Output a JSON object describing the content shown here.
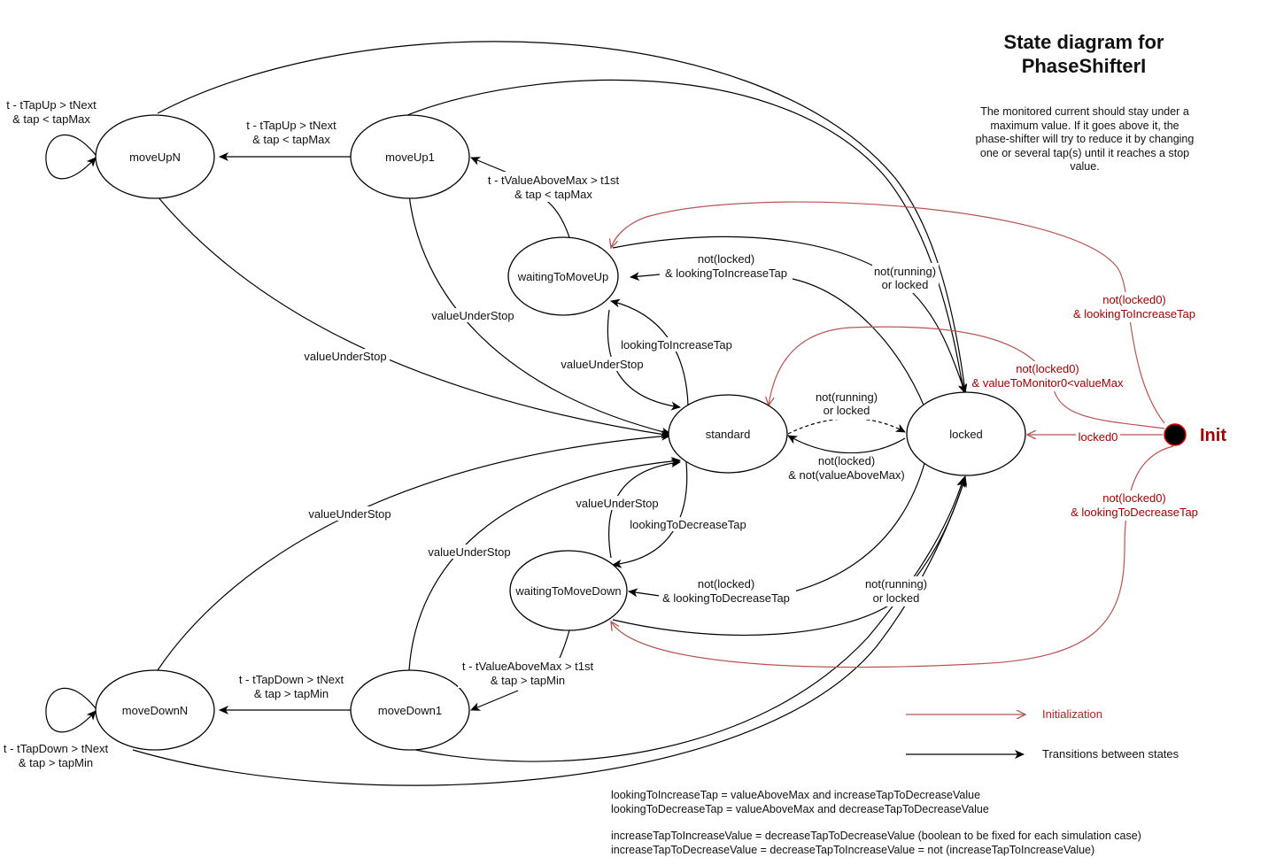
{
  "title": {
    "line1": "State diagram for",
    "line2": "PhaseShifterI"
  },
  "description": [
    "The monitored current should stay under a",
    "maximum value. If it goes above it, the",
    "phase-shifter will try to reduce it by changing",
    "one or several tap(s) until it reaches a stop",
    "value."
  ],
  "colors": {
    "init_accent": "#a50000",
    "init_edge": "#b85450",
    "transition": "#000000"
  },
  "states": {
    "moveUpN": "moveUpN",
    "moveUp1": "moveUp1",
    "waitingToMoveUp": "waitingToMoveUp",
    "standard": "standard",
    "locked": "locked",
    "waitingToMoveDown": "waitingToMoveDown",
    "moveDown1": "moveDown1",
    "moveDownN": "moveDownN",
    "init": "Init"
  },
  "edges": {
    "moveUpN_self": [
      "t - tTapUp > tNext",
      "& tap < tapMax"
    ],
    "moveUp1_to_moveUpN": [
      "t - tTapUp > tNext",
      "& tap < tapMax"
    ],
    "waitUp_to_moveUp1": [
      "t - tValueAboveMax > t1st",
      "& tap < tapMax"
    ],
    "locked_to_waitUp": [
      "not(locked)",
      "& lookingToIncreaseTap"
    ],
    "to_locked_top": [
      "not(running)",
      "or locked"
    ],
    "moveUp1_to_standard": "valueUnderStop",
    "moveUpN_to_standard": "valueUnderStop",
    "standard_to_waitUp": "lookingToIncreaseTap",
    "waitUp_to_standard": "valueUnderStop",
    "standard_to_locked": [
      "not(running)",
      "or locked"
    ],
    "locked_to_standard": [
      "not(locked)",
      "& not(valueAboveMax)"
    ],
    "moveDownN_to_standard": "valueUnderStop",
    "moveDown1_to_standard": "valueUnderStop",
    "waitDown_to_standard": "valueUnderStop",
    "standard_to_waitDown": "lookingToDecreaseTap",
    "locked_to_waitDown": [
      "not(locked)",
      "& lookingToDecreaseTap"
    ],
    "to_locked_bottom": [
      "not(running)",
      "or locked"
    ],
    "waitDown_to_moveDown1": [
      "t - tValueAboveMax > t1st",
      "& tap > tapMin"
    ],
    "moveDown1_to_moveDownN": [
      "t - tTapDown > tNext",
      "& tap > tapMin"
    ],
    "moveDownN_self": [
      "t - tTapDown > tNext",
      "& tap > tapMin"
    ],
    "init_to_waitUp": [
      "not(locked0)",
      "& lookingToIncreaseTap"
    ],
    "init_to_standard": [
      "not(locked0)",
      "& valueToMonitor0<valueMax"
    ],
    "init_to_locked": "locked0",
    "init_to_waitDown": [
      "not(locked0)",
      "& lookingToDecreaseTap"
    ]
  },
  "legend": {
    "initialization": "Initialization",
    "transitions": "Transitions between states"
  },
  "notes": [
    "lookingToIncreaseTap = valueAboveMax and increaseTapToDecreaseValue",
    "lookingToDecreaseTap = valueAboveMax and decreaseTapToDecreaseValue",
    "increaseTapToIncreaseValue = decreaseTapToDecreaseValue (boolean to be fixed for each simulation case)",
    "increaseTapToDecreaseValue = decreaseTapToIncreaseValue = not (increaseTapToIncreaseValue)"
  ]
}
